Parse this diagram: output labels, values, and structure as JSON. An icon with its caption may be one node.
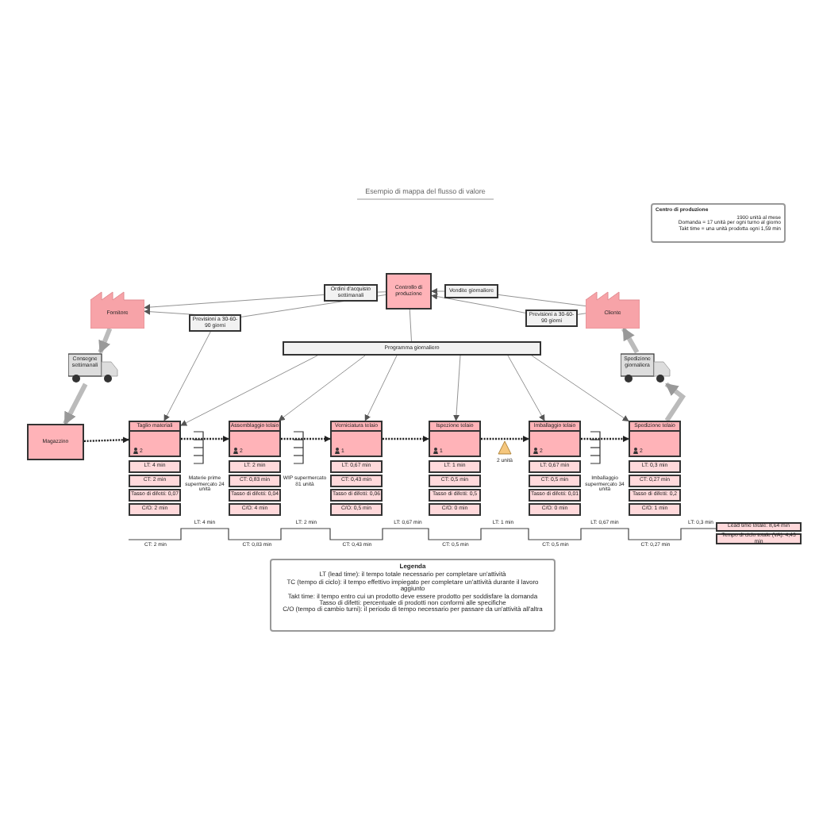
{
  "diagram": {
    "title": "Esempio di mappa del flusso di valore",
    "nodes": [
      {
        "text": [
          "Controllo di produzione"
        ]
      },
      {
        "text": [
          "Ordini d'acquisto settimanali"
        ]
      },
      {
        "text": [
          "Vendite giornaliere"
        ]
      },
      {
        "text": [
          "Fornitore"
        ]
      },
      {
        "text": [
          "Cliente"
        ]
      },
      {
        "text": [
          "Previsioni a 30-60-90 giorni"
        ]
      },
      {
        "text": [
          "Previsioni a 30-60-90 giorni"
        ]
      },
      {
        "text": [
          "Programma giornaliero"
        ]
      },
      {
        "text": [
          "Consegne settimanali"
        ]
      },
      {
        "text": [
          "Spedizione giornaliera"
        ]
      },
      {
        "text": [
          "Magazzino"
        ]
      },
      {
        "text": [
          "Taglio materiali",
          "2"
        ]
      },
      {
        "text": [
          "Assemblaggio telaio",
          "2"
        ]
      },
      {
        "text": [
          "Verniciatura telaio",
          "1"
        ]
      },
      {
        "text": [
          "Ispezione telaio",
          "1"
        ]
      },
      {
        "text": [
          "Imballaggio telaio",
          "2"
        ]
      },
      {
        "text": [
          "Spedizione telaio",
          "2"
        ]
      },
      {
        "text": [
          "LT: 4 min"
        ]
      },
      {
        "text": [
          "CT: 2 min"
        ]
      },
      {
        "text": [
          "Tasso di difetti: 0,07"
        ]
      },
      {
        "text": [
          "C/O: 2 min"
        ]
      },
      {
        "text": [
          "LT: 2 min"
        ]
      },
      {
        "text": [
          "CT: 0,83 min"
        ]
      },
      {
        "text": [
          "Tasso di difetti: 0,04"
        ]
      },
      {
        "text": [
          "C/O: 4 min"
        ]
      },
      {
        "text": [
          "LT: 0,67 min"
        ]
      },
      {
        "text": [
          "CT: 0,43 min"
        ]
      },
      {
        "text": [
          "Tasso di difetti: 0,06"
        ]
      },
      {
        "text": [
          "C/O: 0,5 min"
        ]
      },
      {
        "text": [
          "LT: 1 min"
        ]
      },
      {
        "text": [
          "CT: 0,5 min"
        ]
      },
      {
        "text": [
          "Tasso di difetti: 0,5"
        ]
      },
      {
        "text": [
          "C/O: 0 min"
        ]
      },
      {
        "text": [
          "LT: 0,67 min"
        ]
      },
      {
        "text": [
          "CT: 0,5 min"
        ]
      },
      {
        "text": [
          "Tasso di difetti: 0,01"
        ]
      },
      {
        "text": [
          "C/O: 0 min"
        ]
      },
      {
        "text": [
          "LT: 0,3 min"
        ]
      },
      {
        "text": [
          "CT: 0,27 min"
        ]
      },
      {
        "text": [
          "Tasso di difetti: 0,2"
        ]
      },
      {
        "text": [
          "C/O: 1 min"
        ]
      },
      {
        "text": [
          "Centro di produzione",
          "1900 unità al mese",
          "Domanda = 17 unità per ogni turno al giorno",
          "Takt time = una unità prodotta ogni 1,59 min"
        ]
      },
      {
        "text": [
          "Lead time totale: 8,64 min"
        ]
      },
      {
        "text": [
          "Tempo di ciclo totale (VA): 4,43 min"
        ]
      },
      {
        "text": [
          "Legenda",
          "LT (lead time): il tempo totale necessario per completare un'attività",
          "TC (tempo di ciclo): il tempo effettivo impiegato per completare un'attività durante il lavoro aggiunto",
          "Takt time: il tempo entro cui un prodotto deve essere prodotto per soddisfare la domanda",
          "Tasso di difetti: percentuale di prodotti non conformi alle specifiche",
          "C/O (tempo di cambio turni): il periodo di tempo necessario per passare da un'attività all'altra"
        ]
      }
    ],
    "edges": [
      {
        "from": 0,
        "to": 1,
        "arrow": "none"
      },
      {
        "from": 1,
        "to": 3,
        "arrow": "to"
      },
      {
        "from": 0,
        "to": 3,
        "arrow": "to"
      },
      {
        "from": 4,
        "to": 2,
        "arrow": "none"
      },
      {
        "from": 2,
        "to": 0,
        "arrow": "to"
      },
      {
        "from": 4,
        "to": 6,
        "arrow": "none"
      },
      {
        "from": 6,
        "to": 0,
        "arrow": "to"
      },
      {
        "from": 0,
        "to": 7,
        "arrow": "none"
      },
      {
        "from": 7,
        "to": 11,
        "arrow": "to"
      },
      {
        "from": 7,
        "to": 12,
        "arrow": "to"
      },
      {
        "from": 7,
        "to": 13,
        "arrow": "to"
      },
      {
        "from": 7,
        "to": 14,
        "arrow": "to"
      },
      {
        "from": 7,
        "to": 15,
        "arrow": "to"
      },
      {
        "from": 7,
        "to": 16,
        "arrow": "to"
      },
      {
        "from": 5,
        "to": 11,
        "arrow": "to"
      },
      {
        "from": 3,
        "to": 8,
        "arrow": "to",
        "style": "thick"
      },
      {
        "from": 8,
        "to": 10,
        "arrow": "to",
        "style": "thick"
      },
      {
        "from": 16,
        "to": 9,
        "arrow": "to",
        "style": "thick"
      },
      {
        "from": 9,
        "to": 4,
        "arrow": "to",
        "style": "thick"
      },
      {
        "from": 10,
        "to": 11,
        "arrow": "to",
        "style": "dashed"
      },
      {
        "from": 11,
        "to": 12,
        "arrow": "to",
        "style": "dashed"
      },
      {
        "from": 12,
        "to": 13,
        "arrow": "to",
        "style": "dashed"
      },
      {
        "from": 13,
        "to": 14,
        "arrow": "to",
        "style": "dashed"
      },
      {
        "from": 14,
        "to": 15,
        "arrow": "to",
        "style": "dashed"
      },
      {
        "from": 15,
        "to": 16,
        "arrow": "to",
        "style": "dashed"
      }
    ],
    "labels": [
      "Materie prime supermercato 24 unità",
      "WIP supermercato 81 unità",
      "2 unità",
      "Imballaggio supermercato 34 unità",
      "LT: 4 min",
      "LT: 2 min",
      "LT: 0,67 min",
      "LT: 1 min",
      "LT: 0,67 min",
      "LT: 0,3 min",
      "CT: 2 min",
      "CT: 0,83 min",
      "CT: 0,43 min",
      "CT: 0,5 min",
      "CT: 0,5 min",
      "CT: 0,27 min"
    ]
  }
}
